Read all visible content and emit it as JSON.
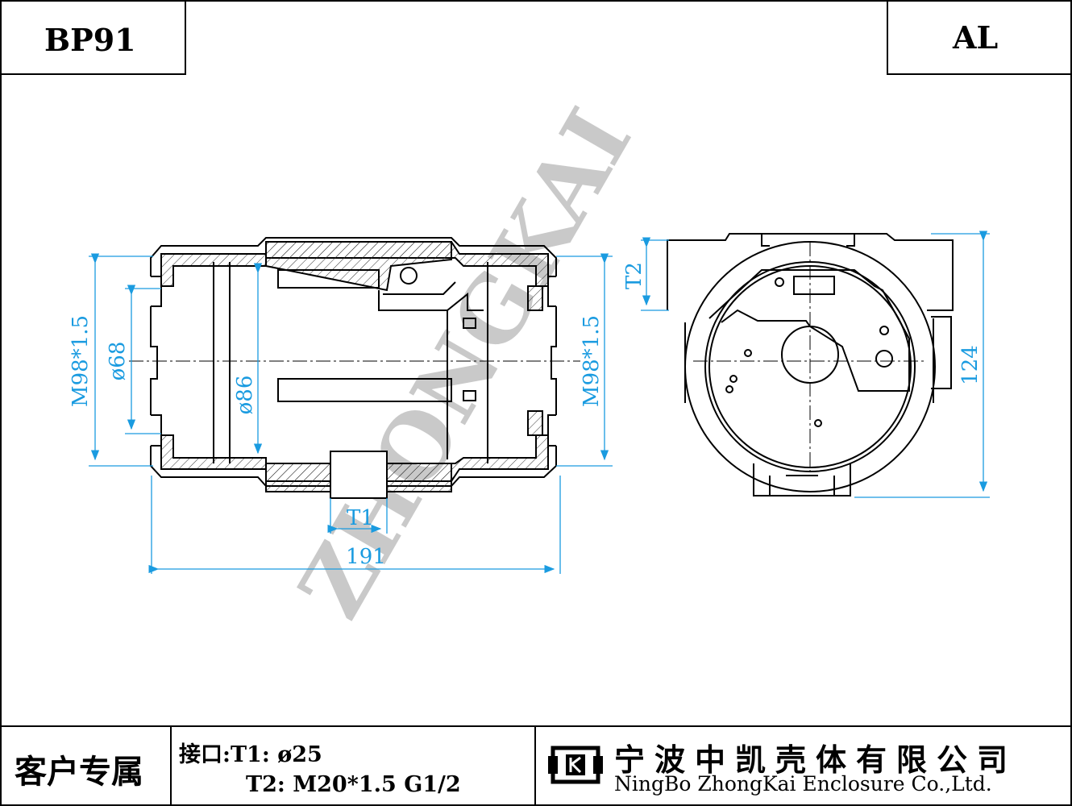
{
  "header": {
    "model": "BP91",
    "material": "AL"
  },
  "dimensions": {
    "left_thread": "M98*1.5",
    "d68": "ø68",
    "d86": "ø86",
    "right_thread": "M98*1.5",
    "t1": "T1",
    "length": "191",
    "t2": "T2",
    "height": "124"
  },
  "watermark": "ZHONGKAI",
  "footer": {
    "customer_label": "客户专属",
    "ports_line1": "接口:T1: ø25",
    "ports_line2": "T2: M20*1.5 G1/2",
    "company_cn": "宁波中凯壳体有限公司",
    "company_en": "NingBo ZhongKai Enclosure Co.,Ltd."
  },
  "colors": {
    "line": "#000000",
    "dimension": "#1a9be0",
    "hatch": "#333333",
    "watermark": "#b8b8b8"
  }
}
